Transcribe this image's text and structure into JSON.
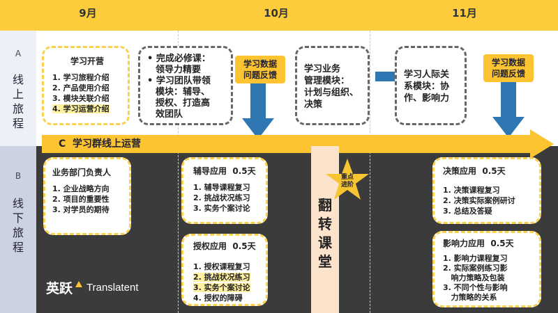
{
  "months": [
    "9月",
    "10月",
    "11月"
  ],
  "side": {
    "a_letter": "A",
    "a_text": [
      "线",
      "上",
      "旅",
      "程"
    ],
    "b_letter": "B",
    "b_text": [
      "线",
      "下",
      "旅",
      "程"
    ]
  },
  "online": {
    "kickoff": {
      "title": "学习开营",
      "items": [
        "1. 学习旅程介绍",
        "2. 产品使用介绍",
        "3. 模块关联介绍",
        "4. 学习运营介绍"
      ]
    },
    "required": {
      "items": [
        "完成必修课：",
        "领导力精要",
        "学习团队带领",
        "模块：辅导、",
        "授权、打造高",
        "效团队"
      ]
    },
    "feedback1": [
      "学习数据",
      "问题反馈"
    ],
    "business": [
      "学习业务",
      "管理模块：",
      "计划与组织、",
      "决策"
    ],
    "interpersonal": [
      "学习人际关",
      "系模块：协",
      "作、影响力"
    ],
    "feedback2": [
      "学习数据",
      "问题反馈"
    ]
  },
  "banner": "C  学习群线上运营",
  "offline": {
    "stakeholder": {
      "title": "业务部门负责人",
      "items": [
        "1. 企业战略方向",
        "2. 项目的重要性",
        "3. 对学员的期待"
      ]
    },
    "coaching": {
      "title": "辅导应用  0.5天",
      "items": [
        "1. 辅导课程复习",
        "2. 挑战状况练习",
        "3. 实务个案讨论"
      ]
    },
    "empower": {
      "title": "授权应用  0.5天",
      "items": [
        "1. 授权课程复习",
        "2. 挑战状况练习",
        "3. 实务个案讨论",
        "4. 授权的障碍"
      ]
    },
    "flip_classroom": [
      "翻",
      "转",
      "课",
      "堂"
    ],
    "star": [
      "重点",
      "进阶"
    ],
    "decision": {
      "title": "决策应用  0.5天",
      "items": [
        "1. 决策课程复习",
        "2. 决策实际案例研讨",
        "3. 总结及答疑"
      ]
    },
    "influence": {
      "title": "影响力应用  0.5天",
      "items": [
        "1. 影响力课程复习",
        "2. 实际案例练习影",
        "   响力策略及包装",
        "3. 不同个性与影响",
        "   力策略的关系"
      ]
    }
  },
  "logo": {
    "cn": "英跃",
    "en": "Translatent"
  },
  "colors": {
    "header": "#fccc3c",
    "dark": "#3b3b3b",
    "arrow_blue": "#2e77b3",
    "banner_yellow": "#fcc430"
  }
}
